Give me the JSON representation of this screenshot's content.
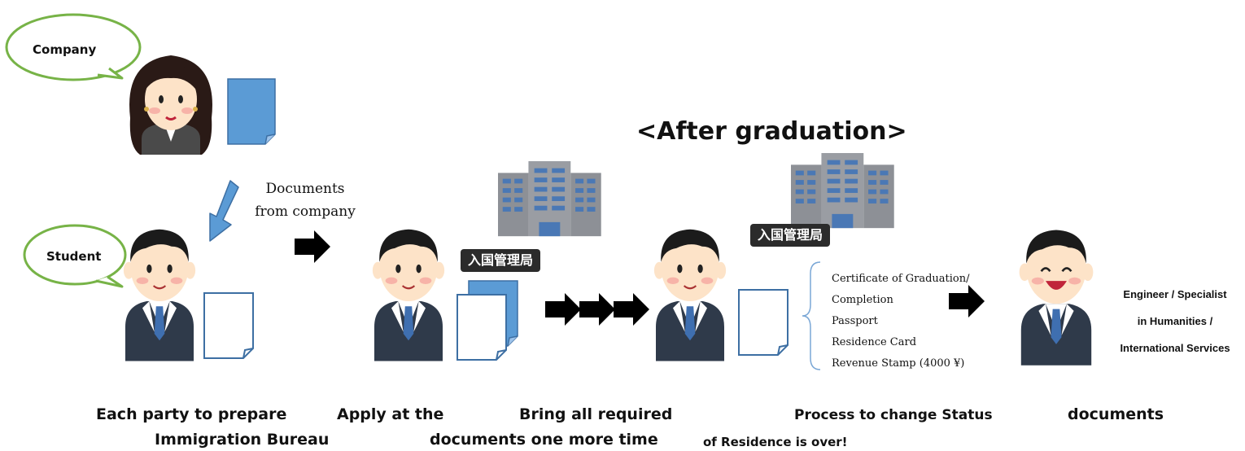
{
  "title": "<After graduation>",
  "speech": {
    "company": "Company",
    "student": "Student"
  },
  "documents_from_company": [
    "Documents",
    "from company"
  ],
  "building_sign": "入国管理局",
  "required_documents": [
    "Certificate of Graduation/",
    "Completion",
    "Passport",
    "Residence Card",
    "Revenue Stamp (4000 ¥)"
  ],
  "result_status": [
    "Engineer / Specialist",
    "in Humanities /",
    "International Services"
  ],
  "captions": {
    "row1": [
      "Each party to prepare",
      "Apply at the",
      "Bring all required",
      "Process to change Status",
      "documents"
    ],
    "row2": [
      "Immigration Bureau",
      "documents one more time",
      "of Residence is over!"
    ]
  },
  "colors": {
    "bubble_outline": "#77b347",
    "doc_blue": "#5b9bd5",
    "doc_outline": "#3d6fa3",
    "suit": "#2f3a4a",
    "skin": "#fde3c8",
    "building": "#8d9096"
  }
}
